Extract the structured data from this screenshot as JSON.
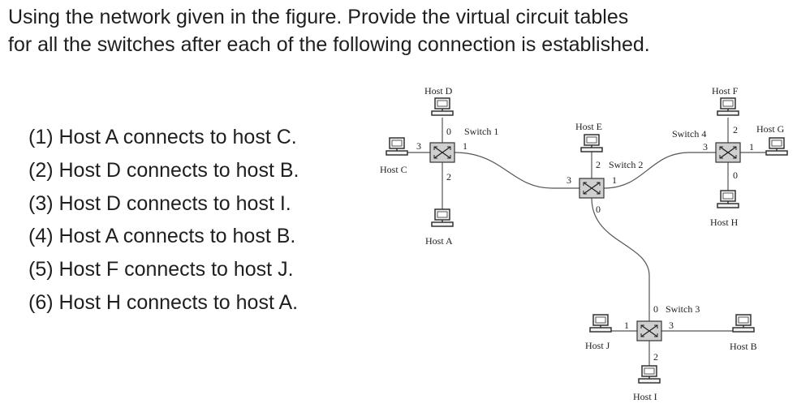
{
  "question": {
    "line1": "Using the network given in the figure. Provide the virtual circuit tables",
    "line2": "for all the switches after each of the following connection is established."
  },
  "tasks": [
    "(1) Host A connects to host C.",
    "(2) Host D connects to host B.",
    "(3) Host D connects to host I.",
    "(4) Host A connects to host B.",
    "(5) Host F connects to host J.",
    "(6) Host H connects to host A."
  ],
  "diagram": {
    "switches": {
      "s1": "Switch 1",
      "s2": "Switch 2",
      "s3": "Switch 3",
      "s4": "Switch 4"
    },
    "hosts": {
      "a": "Host A",
      "b": "Host B",
      "c": "Host C",
      "d": "Host D",
      "e": "Host E",
      "f": "Host F",
      "g": "Host G",
      "h": "Host H",
      "i": "Host I",
      "j": "Host J"
    },
    "ports": {
      "s1_top": "0",
      "s1_right": "1",
      "s1_bottom": "2",
      "s1_left": "3",
      "s2_top": "2",
      "s2_right": "1",
      "s2_bottom": "0",
      "s2_left": "3",
      "s3_top": "0",
      "s3_left": "1",
      "s3_bottom": "2",
      "s3_right": "3",
      "s4_top": "2",
      "s4_right": "1",
      "s4_bottom": "0",
      "s4_left": "3"
    },
    "line_color": "#555555",
    "switch_fill": "#cfcfcf"
  }
}
